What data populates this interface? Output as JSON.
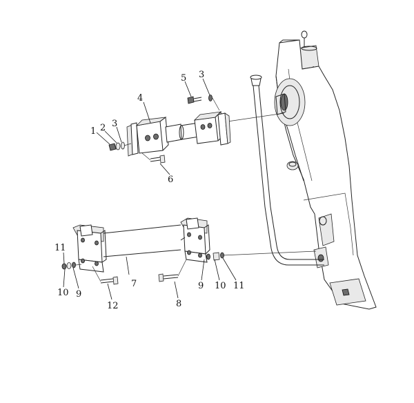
{
  "callouts": {
    "c1": "1",
    "c2": "2",
    "c3a": "3",
    "c3b": "3",
    "c4": "4",
    "c5": "5",
    "c6": "6",
    "c7": "7",
    "c8": "8",
    "c9a": "9",
    "c9b": "9",
    "c10a": "10",
    "c10b": "10",
    "c11a": "11",
    "c11b": "11",
    "c12": "12"
  }
}
